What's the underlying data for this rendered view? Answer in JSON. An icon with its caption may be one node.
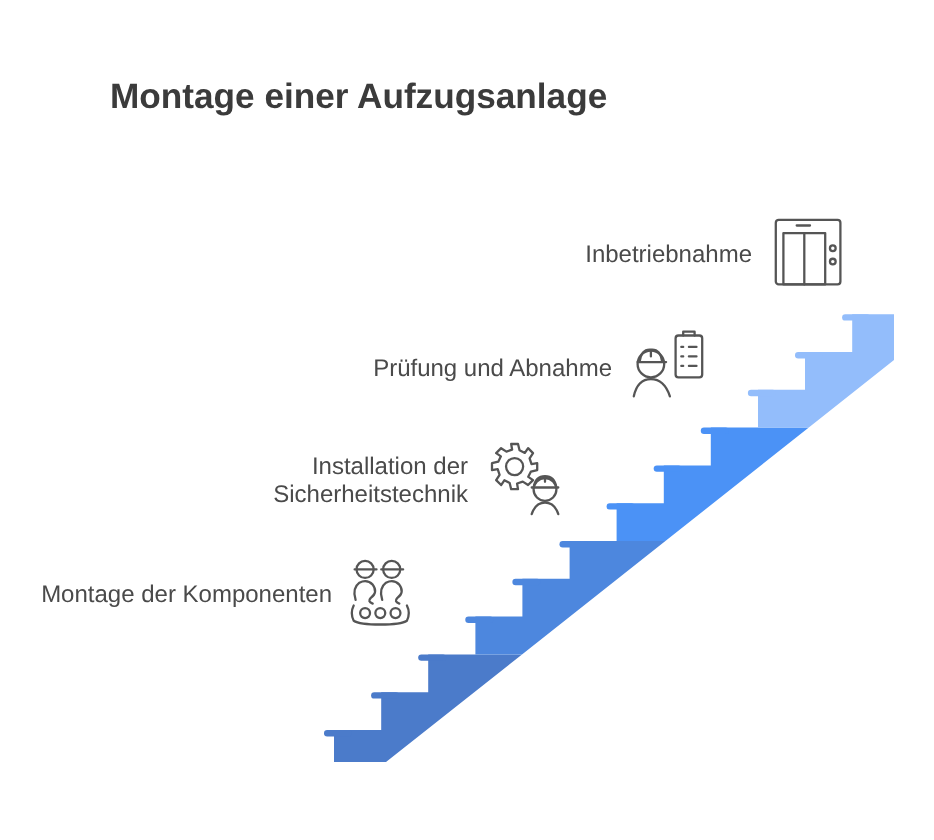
{
  "diagram": {
    "title": "Montage einer Aufzugsanlage",
    "labels": [
      "Inbetriebnahme",
      "Prüfung und Abnahme",
      "Installation der Sicherheitstechnik",
      "Montage der Komponenten"
    ]
  }
}
